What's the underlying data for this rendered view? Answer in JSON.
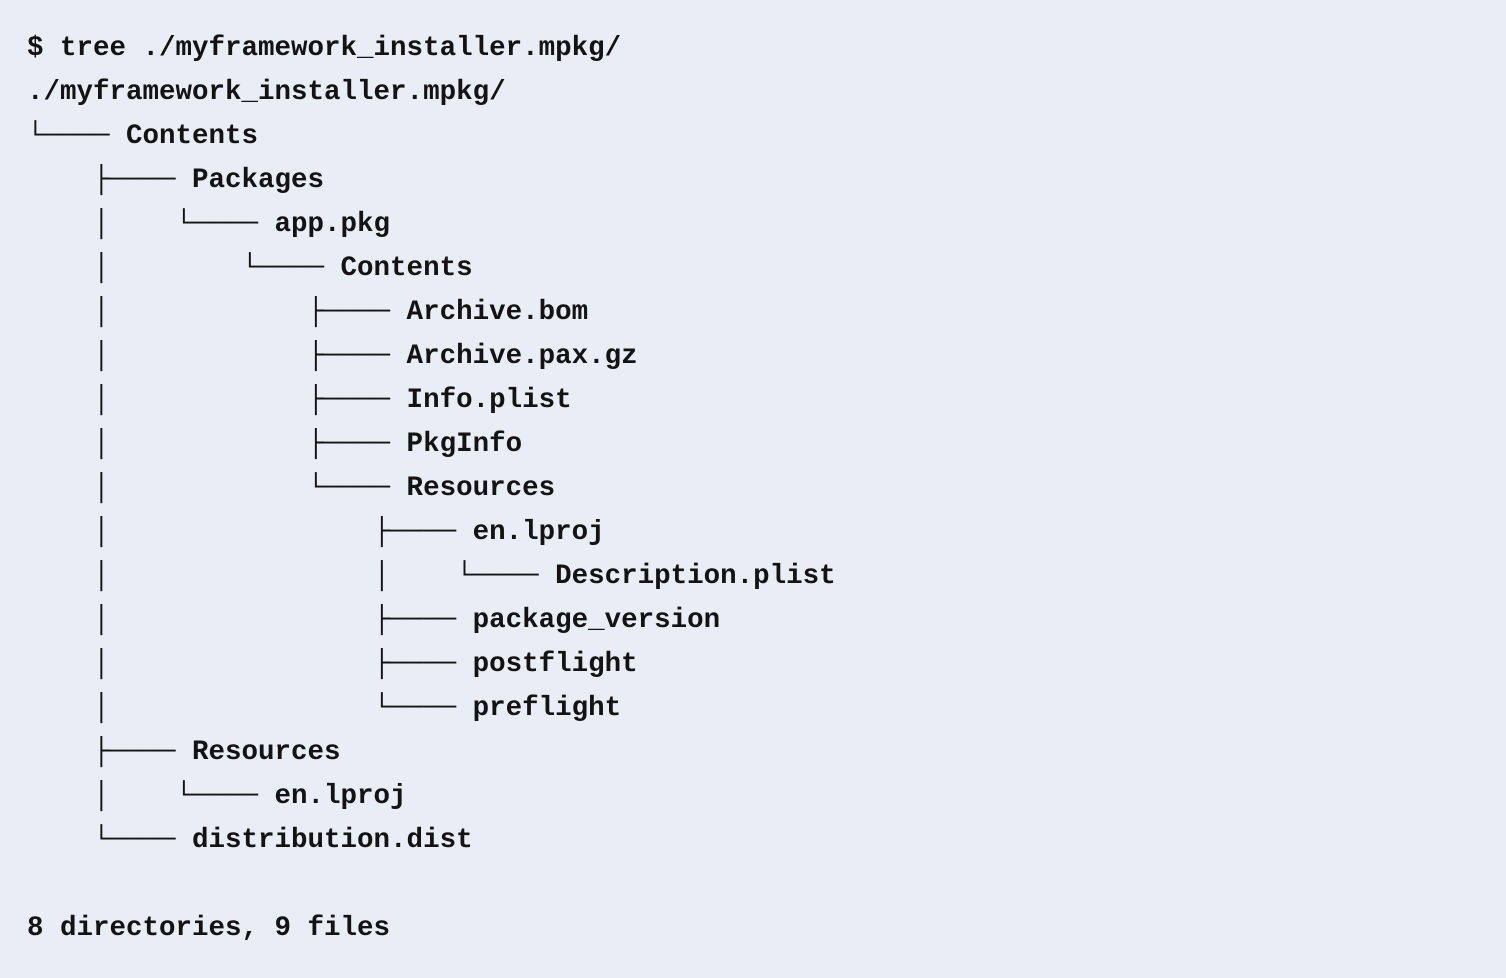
{
  "colors": {
    "background": "#e9edf5",
    "text": "#131313"
  },
  "terminal": {
    "command_line": "$ tree ./myframework_installer.mpkg/",
    "root_line": "./myframework_installer.mpkg/",
    "tree_lines": [
      "└──── Contents",
      "    ├──── Packages",
      "    │    └──── app.pkg",
      "    │        └──── Contents",
      "    │            ├──── Archive.bom",
      "    │            ├──── Archive.pax.gz",
      "    │            ├──── Info.plist",
      "    │            ├──── PkgInfo",
      "    │            └──── Resources",
      "    │                ├──── en.lproj",
      "    │                │    └──── Description.plist",
      "    │                ├──── package_version",
      "    │                ├──── postflight",
      "    │                └──── preflight",
      "    ├──── Resources",
      "    │    └──── en.lproj",
      "    └──── distribution.dist"
    ],
    "summary_line": "8 directories, 9 files"
  }
}
